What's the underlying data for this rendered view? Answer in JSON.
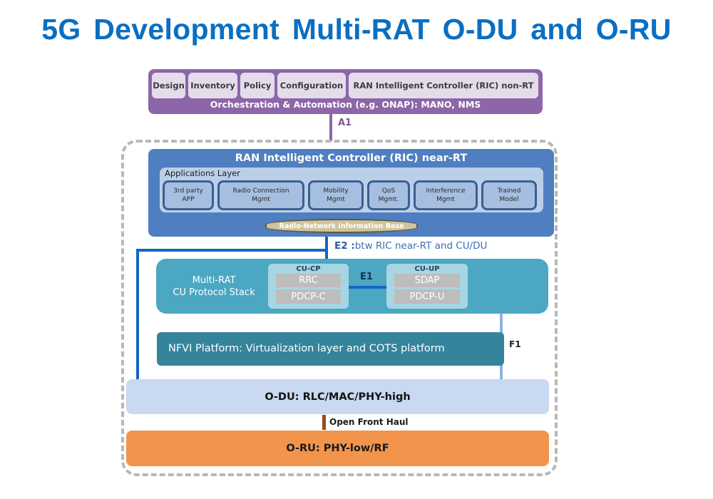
{
  "title": "5G  Development Multi-RAT O-DU and O-RU",
  "colors": {
    "title": "#0a6fc2",
    "orchestration": "#8c66a8",
    "ric_near_rt": "#4f7fc0",
    "cu_stack": "#4ba7c2",
    "nfvi": "#34849c",
    "o_du": "#c8d9f1",
    "o_ru": "#f2944c",
    "e2_line": "#1565c0",
    "f1_line": "#8fb3e2",
    "fronthaul_line": "#9a4a1c"
  },
  "orchestration": {
    "boxes": [
      "Design",
      "Inventory",
      "Policy",
      "Configuration",
      "RAN Intelligent Controller (RIC) non-RT"
    ],
    "caption": "Orchestration & Automation (e.g. ONAP): MANO, NMS"
  },
  "interfaces": {
    "a1": "A1",
    "e2_bold": "E2 :",
    "e2_text": "btw RIC near-RT and CU/DU",
    "e1": "E1",
    "f1": "F1",
    "fronthaul": "Open Front Haul"
  },
  "ric_near_rt": {
    "title": "RAN Intelligent Controller (RIC) near-RT",
    "applications_layer": {
      "label": "Applications Layer",
      "apps": [
        {
          "label": "3rd party\nAPP"
        },
        {
          "label": "Radio Connection\nMgmt"
        },
        {
          "label": "Mobility\nMgmt"
        },
        {
          "label": "QoS\nMgmt."
        },
        {
          "label": "Interference\nMgmt"
        },
        {
          "label": "Trained\nModel"
        }
      ]
    },
    "database": "Radio-Network Information Base"
  },
  "cu_stack": {
    "label_line1": "Multi-RAT",
    "label_line2": "CU Protocol Stack",
    "cu_cp": {
      "title": "CU-CP",
      "items": [
        "RRC",
        "PDCP-C"
      ]
    },
    "cu_up": {
      "title": "CU-UP",
      "items": [
        "SDAP",
        "PDCP-U"
      ]
    }
  },
  "nfvi": "NFVI Platform: Virtualization layer and COTS platform",
  "o_du": "O-DU: RLC/MAC/PHY-high",
  "o_ru": "O-RU: PHY-low/RF"
}
